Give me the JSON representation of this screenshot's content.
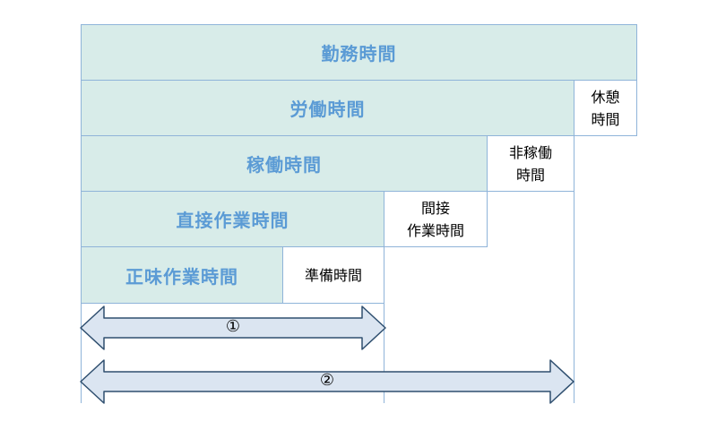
{
  "bars": {
    "kinmu": "勤務時間",
    "roudou": "労働時間",
    "kadou": "稼働時間",
    "chokusetsu": "直接作業時間",
    "shoumi": "正味作業時間"
  },
  "boxes": {
    "kyuukei": "休憩\n時間",
    "hikadou": "非稼働\n時間",
    "kansetsu": "間接\n作業時間",
    "junbi": "準備時間"
  },
  "arrows": {
    "arrow1": "①",
    "arrow2": "②"
  },
  "colors": {
    "bar_fill": "#d8ece9",
    "bar_text": "#5b9bd5",
    "border": "#8fb4d9",
    "arrow_fill": "#dbe5f1",
    "arrow_stroke": "#2f4f6f"
  }
}
